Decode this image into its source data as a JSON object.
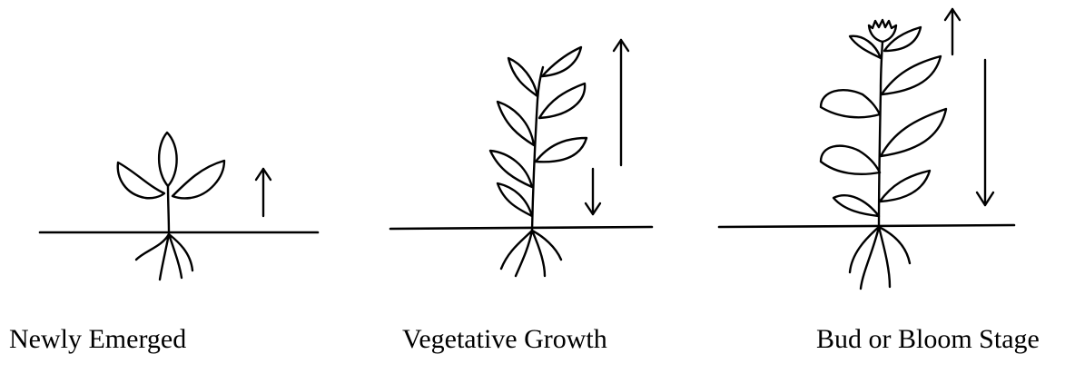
{
  "stages": [
    {
      "label": "Newly Emerged",
      "arrows": [
        "up"
      ]
    },
    {
      "label": "Vegetative Growth",
      "arrows": [
        "up",
        "down"
      ]
    },
    {
      "label": "Bud or Bloom Stage",
      "arrows": [
        "up",
        "down"
      ]
    }
  ],
  "colors": {
    "ink": "#000000",
    "background": "#ffffff"
  }
}
